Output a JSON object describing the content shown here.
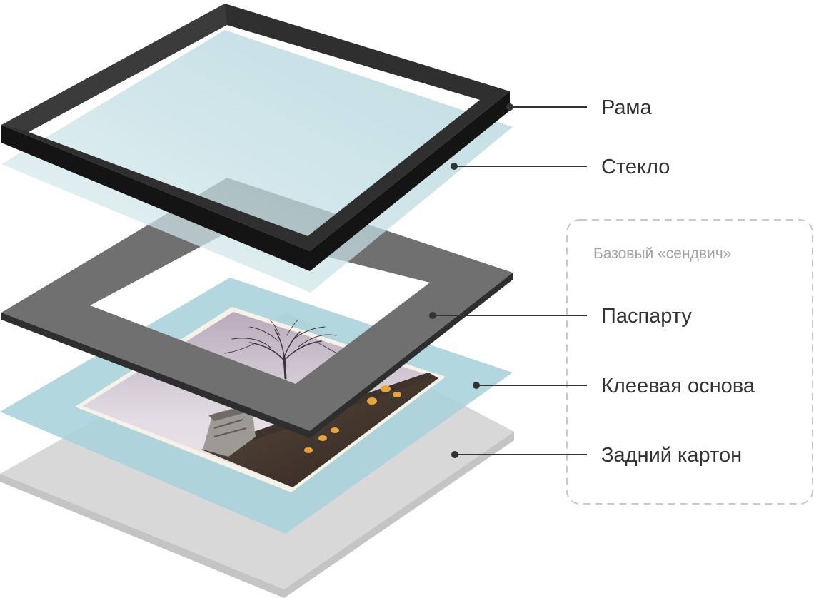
{
  "labels": {
    "frame": "Рама",
    "glass": "Стекло",
    "mat": "Паспарту",
    "mount": "Клеевая основа",
    "backboard": "Задний картон"
  },
  "group": {
    "title": "Базовый «сендвич»"
  },
  "colors": {
    "frame": "#1c1c1c",
    "glass": "#b3d7df",
    "mat": "#6f6f6f",
    "mount": "#a9d1da",
    "backboard": "#d7d7d7",
    "leader": "#333333",
    "group_border": "#c9c9c9"
  }
}
